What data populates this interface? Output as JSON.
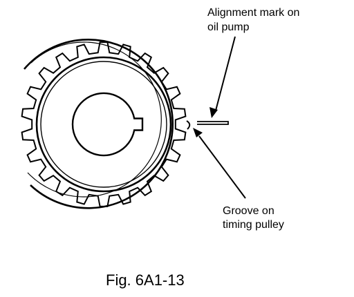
{
  "labels": {
    "alignment_mark": [
      "Alignment mark on",
      "oil pump"
    ],
    "groove": [
      "Groove on",
      "timing pulley"
    ]
  },
  "caption": "Fig. 6A1-13",
  "parts": {
    "teeth_count": 22
  }
}
